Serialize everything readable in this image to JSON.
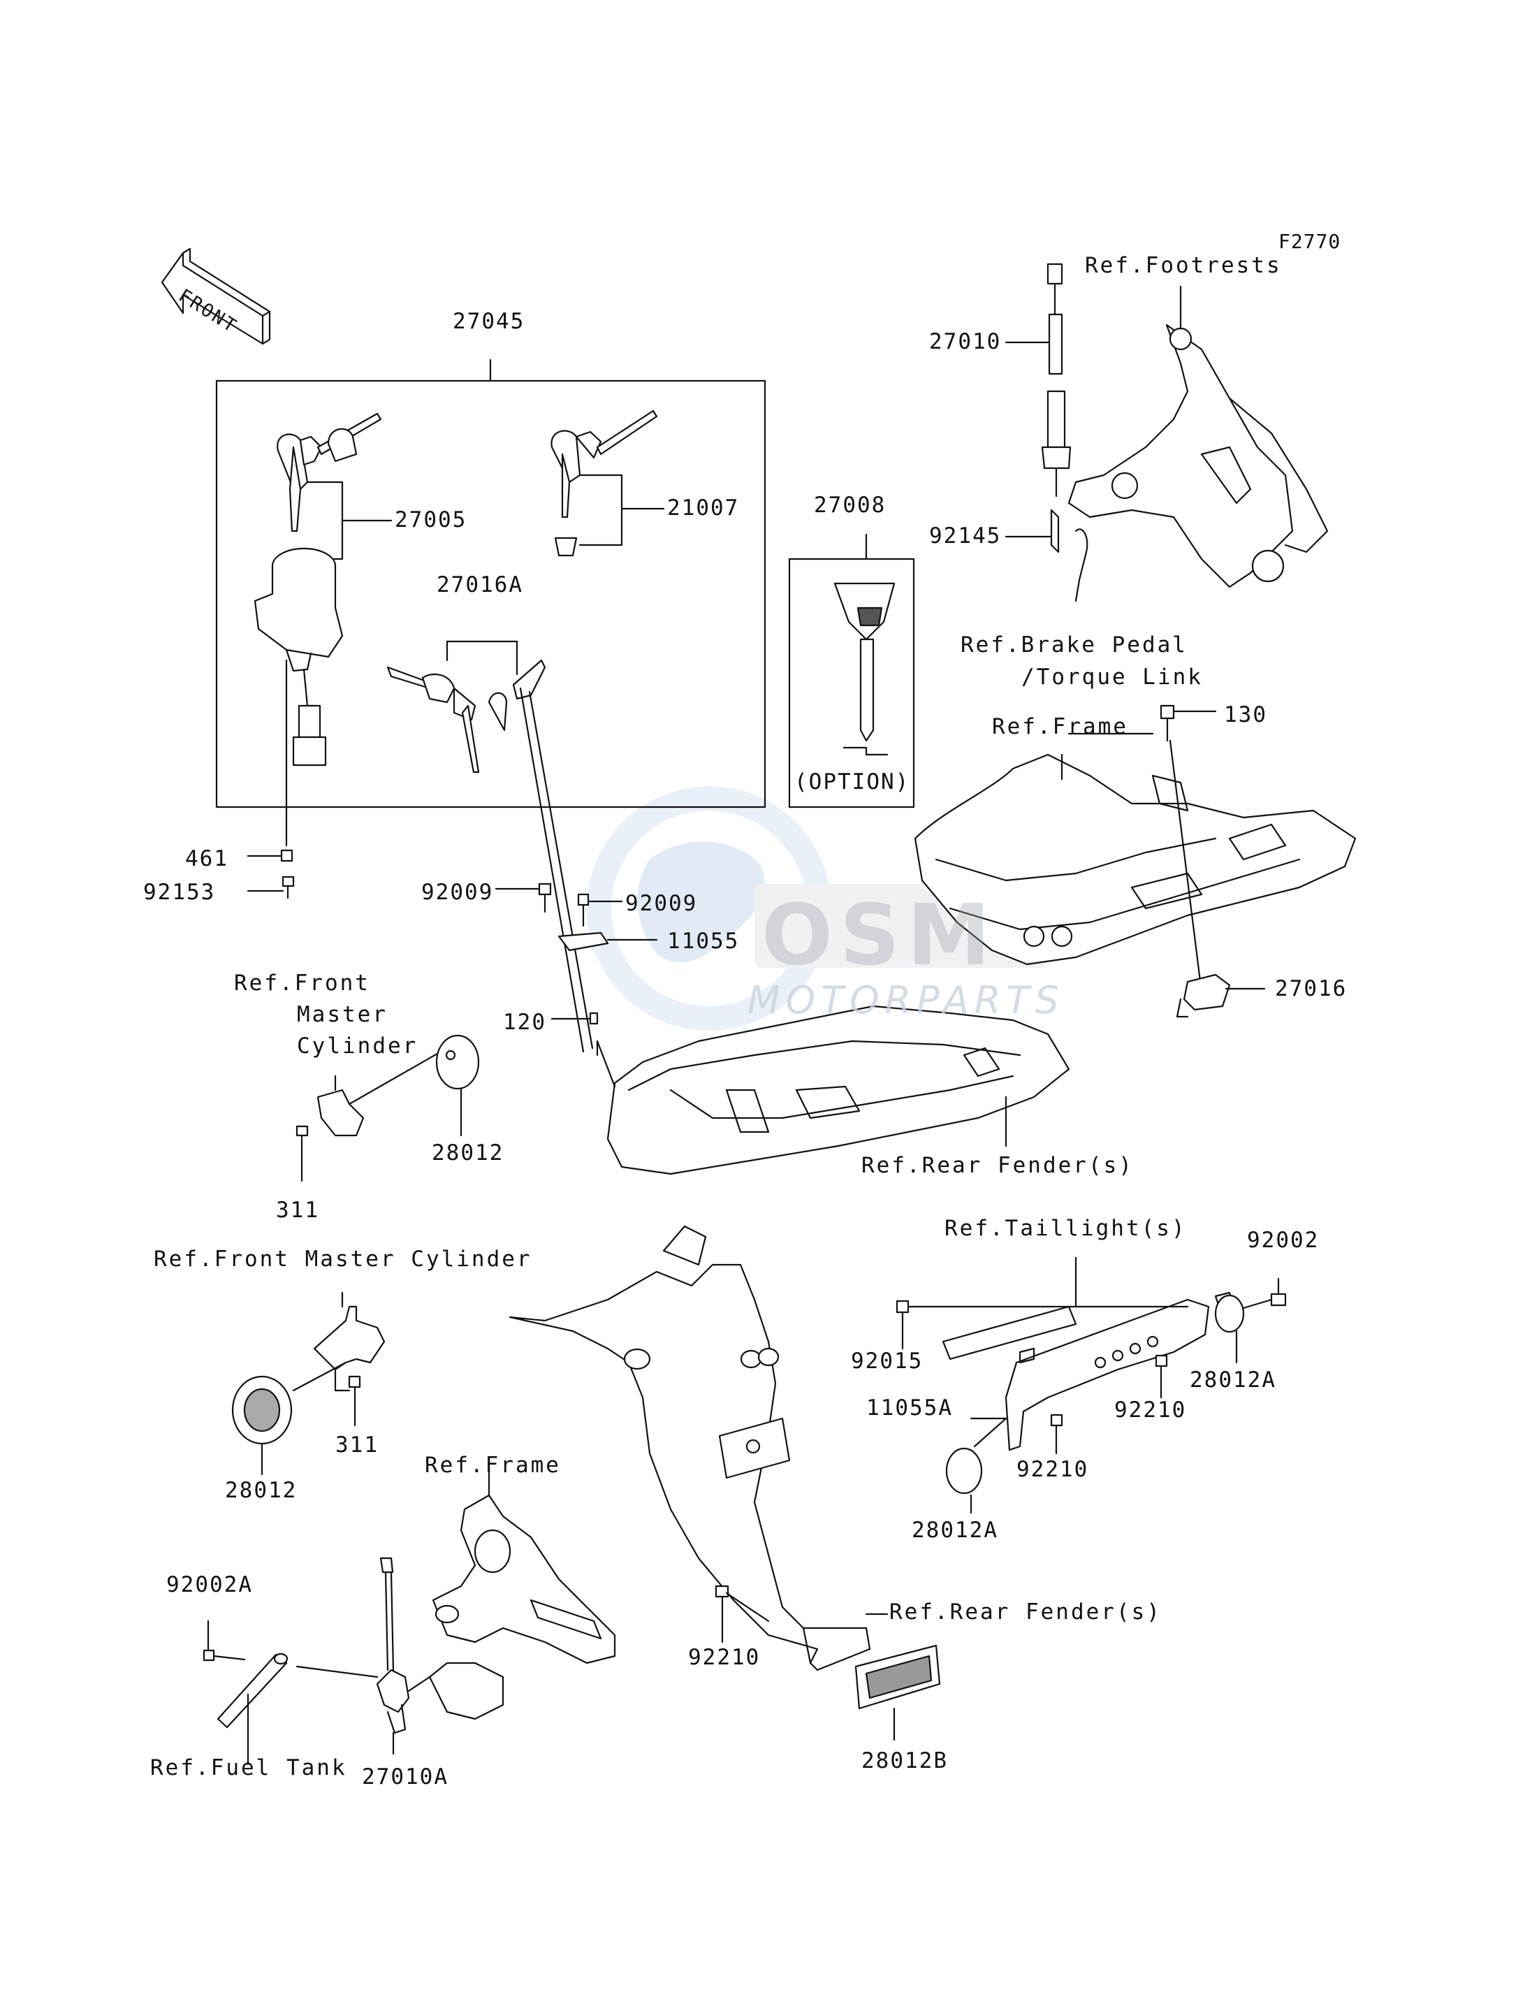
{
  "diagram": {
    "code": "F2770",
    "front_label": "FRONT",
    "option_label": "(OPTION)",
    "watermark": {
      "brand": "OSM",
      "subtitle": "MOTORPARTS"
    },
    "labels": {
      "p27045": "27045",
      "p27005": "27005",
      "p21007": "21007",
      "p27016A": "27016A",
      "p27008": "27008",
      "p27010": "27010",
      "ref_footrests": "Ref.Footrests",
      "p92145": "92145",
      "ref_brake_pedal_1": "Ref.Brake Pedal",
      "ref_brake_pedal_2": "/Torque Link",
      "p130": "130",
      "ref_frame_top": "Ref.Frame",
      "p461": "461",
      "p92153": "92153",
      "p92009a": "92009",
      "p92009b": "92009",
      "p11055": "11055",
      "p27016": "27016",
      "ref_front_master_1": "Ref.Front",
      "ref_front_master_2": "Master",
      "ref_front_master_3": "Cylinder",
      "p120": "120",
      "p28012_top": "28012",
      "p311_top": "311",
      "ref_rear_fender_top": "Ref.Rear Fender(s)",
      "ref_front_master_cyl": "Ref.Front Master Cylinder",
      "ref_taillights": "Ref.Taillight(s)",
      "p92002": "92002",
      "p92015": "92015",
      "p28012A_right": "28012A",
      "p92210_right": "92210",
      "p11055A": "11055A",
      "p92210_mid": "92210",
      "p28012A_bottom": "28012A",
      "p311_bottom": "311",
      "p28012_bottom": "28012",
      "ref_frame_bottom": "Ref.Frame",
      "p92002A": "92002A",
      "ref_rear_fender_bottom": "Ref.Rear Fender(s)",
      "p92210_bottom": "92210",
      "ref_fuel_tank": "Ref.Fuel Tank",
      "p27010A": "27010A",
      "p28012B": "28012B"
    }
  }
}
